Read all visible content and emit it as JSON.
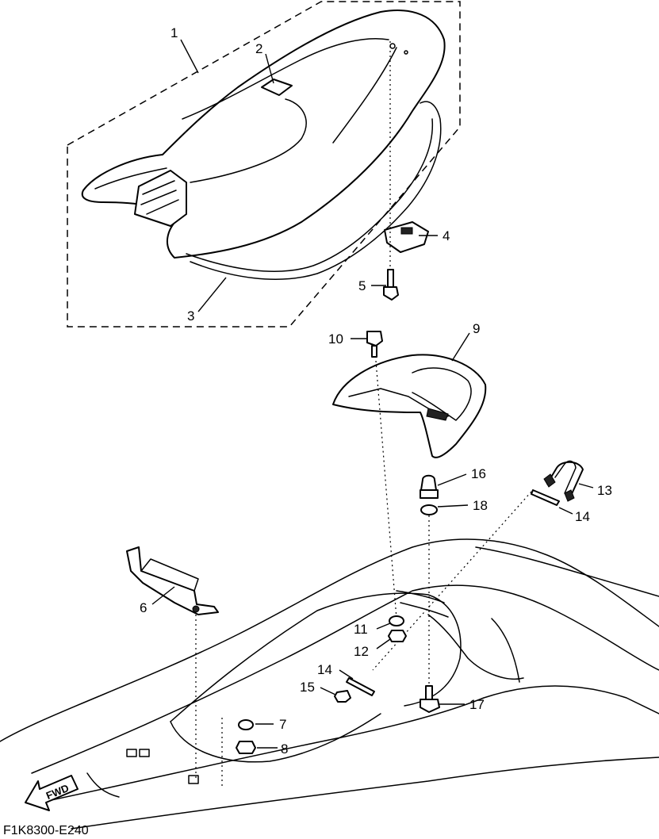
{
  "figure_code": "F1K8300-E240",
  "direction_label": "FWD",
  "callouts": {
    "c1": "1",
    "c2": "2",
    "c3": "3",
    "c4": "4",
    "c5": "5",
    "c6": "6",
    "c7": "7",
    "c8": "8",
    "c9": "9",
    "c10": "10",
    "c11": "11",
    "c12": "12",
    "c13": "13",
    "c14a": "14",
    "c14b": "14",
    "c15": "15",
    "c16": "16",
    "c17": "17",
    "c18": "18"
  }
}
